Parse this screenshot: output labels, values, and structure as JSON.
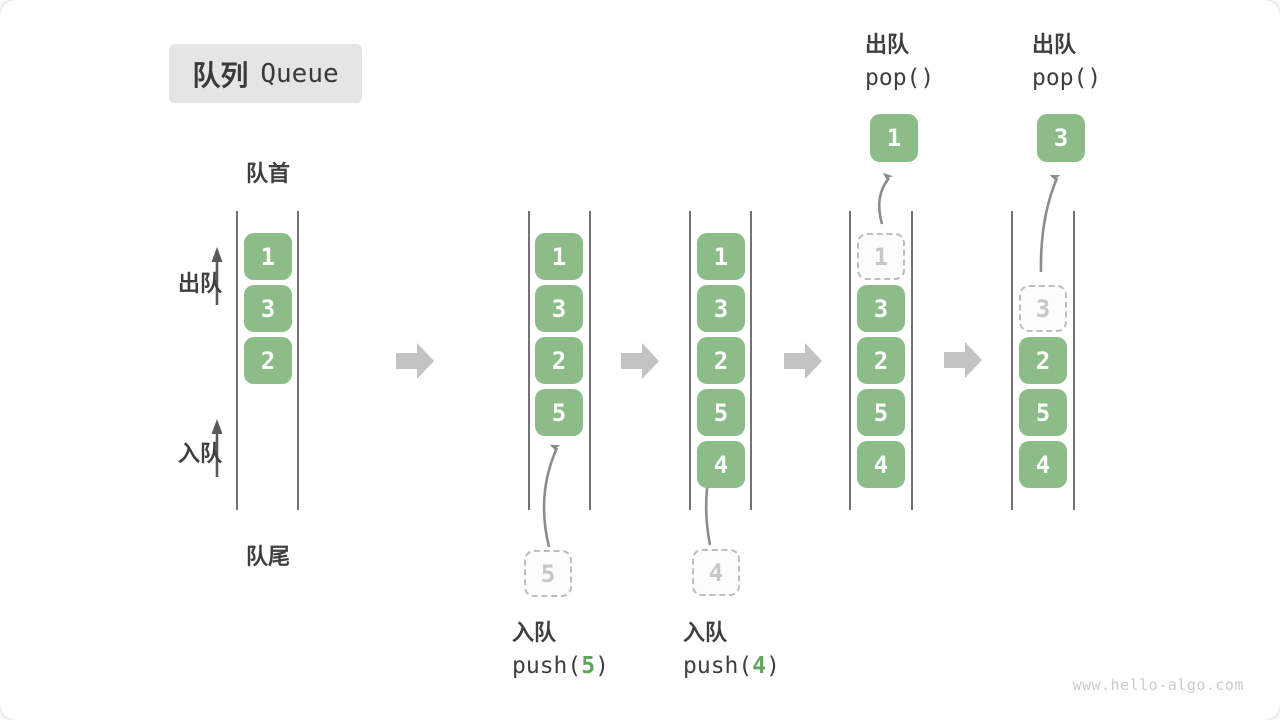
{
  "title": {
    "zh": "队列",
    "en": "Queue"
  },
  "labels": {
    "front": "队首",
    "rear": "队尾",
    "dequeue_side": "出队",
    "enqueue_side": "入队"
  },
  "operations": {
    "enqueue_zh": "入队",
    "dequeue_zh": "出队",
    "push_open": "push(",
    "push_close": ")",
    "pop_code": "pop()"
  },
  "columns": [
    {
      "boxes": [
        "1",
        "3",
        "2"
      ]
    },
    {
      "boxes": [
        "1",
        "3",
        "2",
        "5"
      ],
      "pending": "5",
      "push_arg": "5"
    },
    {
      "boxes": [
        "1",
        "3",
        "2",
        "5",
        "4"
      ],
      "pending": "4",
      "push_arg": "4"
    },
    {
      "ghost": "1",
      "boxes": [
        "3",
        "2",
        "5",
        "4"
      ],
      "popped": "1"
    },
    {
      "ghost": "3",
      "boxes": [
        "2",
        "5",
        "4"
      ],
      "popped": "3"
    }
  ],
  "watermark": "www.hello-algo.com",
  "colors": {
    "box_green": "#8cbc88",
    "arg_green": "#61a65b",
    "rail_gray": "#4f4f4f",
    "block_arrow_gray": "#c3c3c3",
    "curve_arrow_gray": "#8c8c8c",
    "ghost_gray": "#bdbdbd",
    "title_bg": "#e5e5e5",
    "label_dark": "#3f3f3f"
  }
}
